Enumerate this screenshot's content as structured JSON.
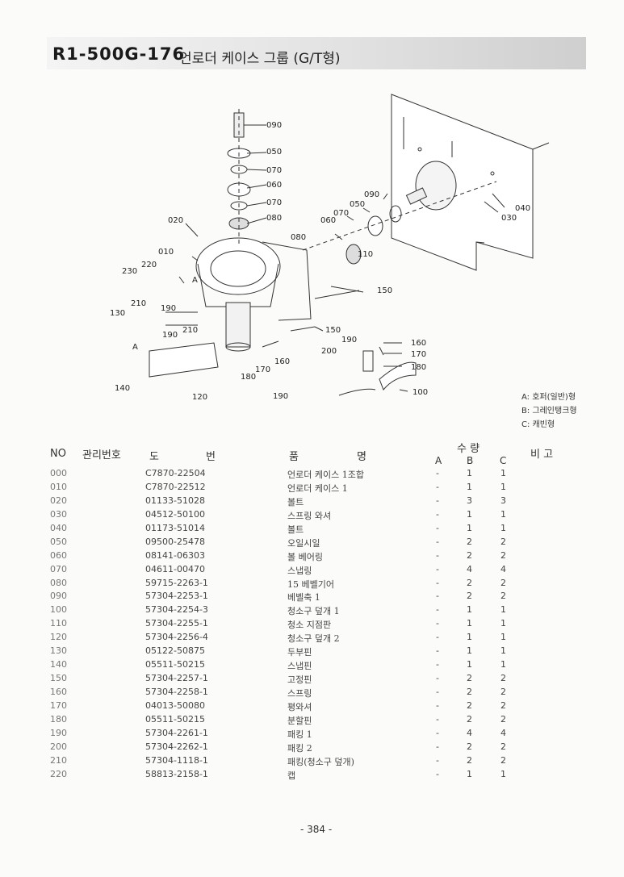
{
  "header": {
    "code": "R1-500G-176",
    "title": "언로더 케이스 그룹 (G/T형)"
  },
  "diagram": {
    "callouts": [
      "090",
      "050",
      "070",
      "060",
      "070",
      "080",
      "020",
      "010",
      "230",
      "220",
      "210",
      "130",
      "190",
      "190",
      "210",
      "A",
      "A",
      "140",
      "120",
      "180",
      "170",
      "160",
      "150",
      "150",
      "110",
      "080",
      "060",
      "070",
      "050",
      "090",
      "040",
      "030",
      "160",
      "170",
      "180",
      "190",
      "200",
      "190",
      "100"
    ]
  },
  "legend": {
    "a": "A: 호퍼(일반)형",
    "b": "B: 그레인탱크형",
    "c": "C: 캐빈형"
  },
  "table": {
    "headers": {
      "no": "NO",
      "mgmt": "관리번호",
      "drawing_1": "도",
      "drawing_2": "번",
      "item_1": "품",
      "item_2": "명",
      "qty": "수 량",
      "note": "비 고",
      "a": "A",
      "b": "B",
      "c": "C"
    },
    "rows": [
      {
        "no": "000",
        "pn": "C7870-22504",
        "name": "언로더 케이스 1조합",
        "a": "-",
        "b": "1",
        "c": "1"
      },
      {
        "no": "010",
        "pn": "C7870-22512",
        "name": "언로더 케이스 1",
        "a": "-",
        "b": "1",
        "c": "1"
      },
      {
        "no": "020",
        "pn": "01133-51028",
        "name": "볼트",
        "a": "-",
        "b": "3",
        "c": "3"
      },
      {
        "no": "030",
        "pn": "04512-50100",
        "name": "스프링 와셔",
        "a": "-",
        "b": "1",
        "c": "1"
      },
      {
        "no": "040",
        "pn": "01173-51014",
        "name": "볼트",
        "a": "-",
        "b": "1",
        "c": "1"
      },
      {
        "no": "050",
        "pn": "09500-25478",
        "name": "오일시일",
        "a": "-",
        "b": "2",
        "c": "2"
      },
      {
        "no": "060",
        "pn": "08141-06303",
        "name": "볼 베어링",
        "a": "-",
        "b": "2",
        "c": "2"
      },
      {
        "no": "070",
        "pn": "04611-00470",
        "name": "스냅링",
        "a": "-",
        "b": "4",
        "c": "4"
      },
      {
        "no": "080",
        "pn": "59715-2263-1",
        "name": "15 베벨기어",
        "a": "-",
        "b": "2",
        "c": "2"
      },
      {
        "no": "090",
        "pn": "57304-2253-1",
        "name": "베벨축 1",
        "a": "-",
        "b": "2",
        "c": "2"
      },
      {
        "no": "100",
        "pn": "57304-2254-3",
        "name": "청소구 덮개 1",
        "a": "-",
        "b": "1",
        "c": "1"
      },
      {
        "no": "110",
        "pn": "57304-2255-1",
        "name": "청소 지점판",
        "a": "-",
        "b": "1",
        "c": "1"
      },
      {
        "no": "120",
        "pn": "57304-2256-4",
        "name": "청소구 덮개 2",
        "a": "-",
        "b": "1",
        "c": "1"
      },
      {
        "no": "130",
        "pn": "05122-50875",
        "name": "두부핀",
        "a": "-",
        "b": "1",
        "c": "1"
      },
      {
        "no": "140",
        "pn": "05511-50215",
        "name": "스냅핀",
        "a": "-",
        "b": "1",
        "c": "1"
      },
      {
        "no": "150",
        "pn": "57304-2257-1",
        "name": "고정핀",
        "a": "-",
        "b": "2",
        "c": "2"
      },
      {
        "no": "160",
        "pn": "57304-2258-1",
        "name": "스프링",
        "a": "-",
        "b": "2",
        "c": "2"
      },
      {
        "no": "170",
        "pn": "04013-50080",
        "name": "평와셔",
        "a": "-",
        "b": "2",
        "c": "2"
      },
      {
        "no": "180",
        "pn": "05511-50215",
        "name": "분할핀",
        "a": "-",
        "b": "2",
        "c": "2"
      },
      {
        "no": "190",
        "pn": "57304-2261-1",
        "name": "패킹 1",
        "a": "-",
        "b": "4",
        "c": "4"
      },
      {
        "no": "200",
        "pn": "57304-2262-1",
        "name": "패킹 2",
        "a": "-",
        "b": "2",
        "c": "2"
      },
      {
        "no": "210",
        "pn": "57304-1118-1",
        "name": "패킹(청소구 덮개)",
        "a": "-",
        "b": "2",
        "c": "2"
      },
      {
        "no": "220",
        "pn": "58813-2158-1",
        "name": "캡",
        "a": "-",
        "b": "1",
        "c": "1"
      }
    ]
  },
  "footer": {
    "page": "- 384 -"
  }
}
